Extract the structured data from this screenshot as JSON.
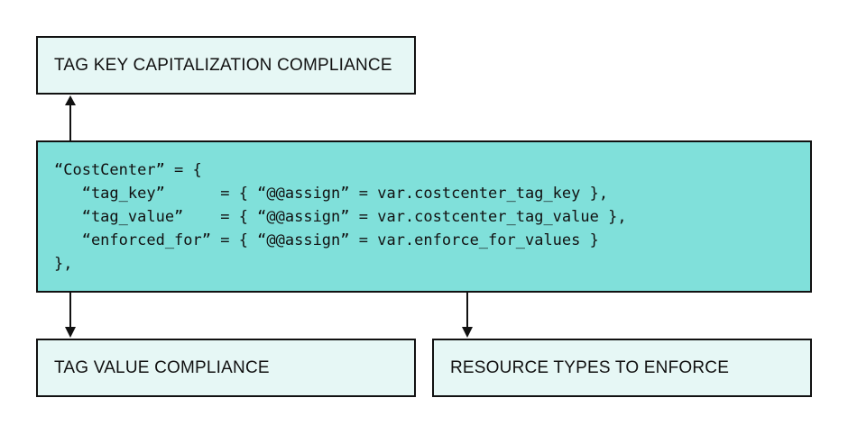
{
  "boxes": {
    "top": "TAG KEY CAPITALIZATION COMPLIANCE",
    "bottom_left": "TAG VALUE COMPLIANCE",
    "bottom_right": "RESOURCE TYPES TO ENFORCE"
  },
  "code": {
    "lines": [
      "“CostCenter” = {",
      "   “tag_key”      = { “@@assign” = var.costcenter_tag_key },",
      "   “tag_value”    = { “@@assign” = var.costcenter_tag_value },",
      "   “enforced_for” = { “@@assign” = var.enforce_for_values }",
      "},"
    ]
  },
  "colors": {
    "code_box": "#80e0da",
    "label_box": "#e6f7f5",
    "stroke": "#111111"
  }
}
